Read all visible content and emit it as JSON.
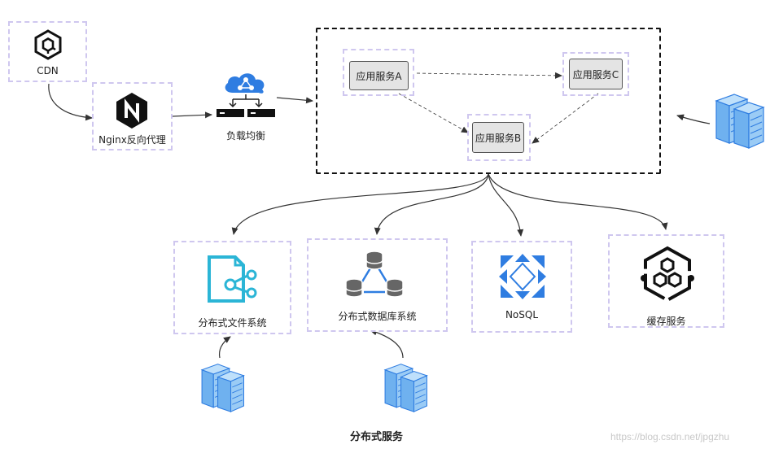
{
  "nodes": {
    "cdn": "CDN",
    "nginx": "Nginx反向代理",
    "load_balancer": "负载均衡",
    "service_a": "应用服务A",
    "service_b": "应用服务B",
    "service_c": "应用服务C",
    "dfs": "分布式文件系统",
    "ddb": "分布式数据库系统",
    "nosql": "NoSQL",
    "cache": "缓存服务"
  },
  "caption": "分布式服务",
  "watermark": "https://blog.csdn.net/jpgzhu",
  "icons": [
    "cdn-icon",
    "nginx-icon",
    "load-balancer-icon",
    "server-rack-icon",
    "file-share-icon",
    "database-cluster-icon",
    "nosql-icon",
    "cache-hexagon-icon"
  ],
  "colors": {
    "frame": "#cfc7ef",
    "blue": "#2f7de1",
    "teal": "#2bb5d6",
    "dark": "#333333"
  }
}
